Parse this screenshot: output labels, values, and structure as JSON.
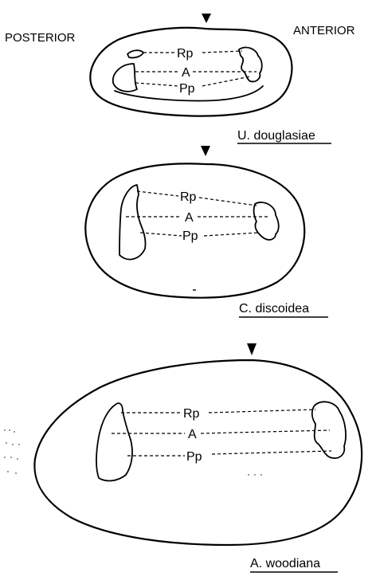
{
  "orientation": {
    "posterior": "POSTERIOR",
    "anterior": "ANTERIOR"
  },
  "shells": [
    {
      "species": "U. douglasiae",
      "muscles": {
        "rp": "Rp",
        "a": "A",
        "pp": "Pp"
      }
    },
    {
      "species": "C. discoidea",
      "muscles": {
        "rp": "Rp",
        "a": "A",
        "pp": "Pp"
      }
    },
    {
      "species": "A. woodiana",
      "muscles": {
        "rp": "Rp",
        "a": "A",
        "pp": "Pp"
      }
    }
  ],
  "colors": {
    "ink": "#000000",
    "paper": "#ffffff"
  }
}
